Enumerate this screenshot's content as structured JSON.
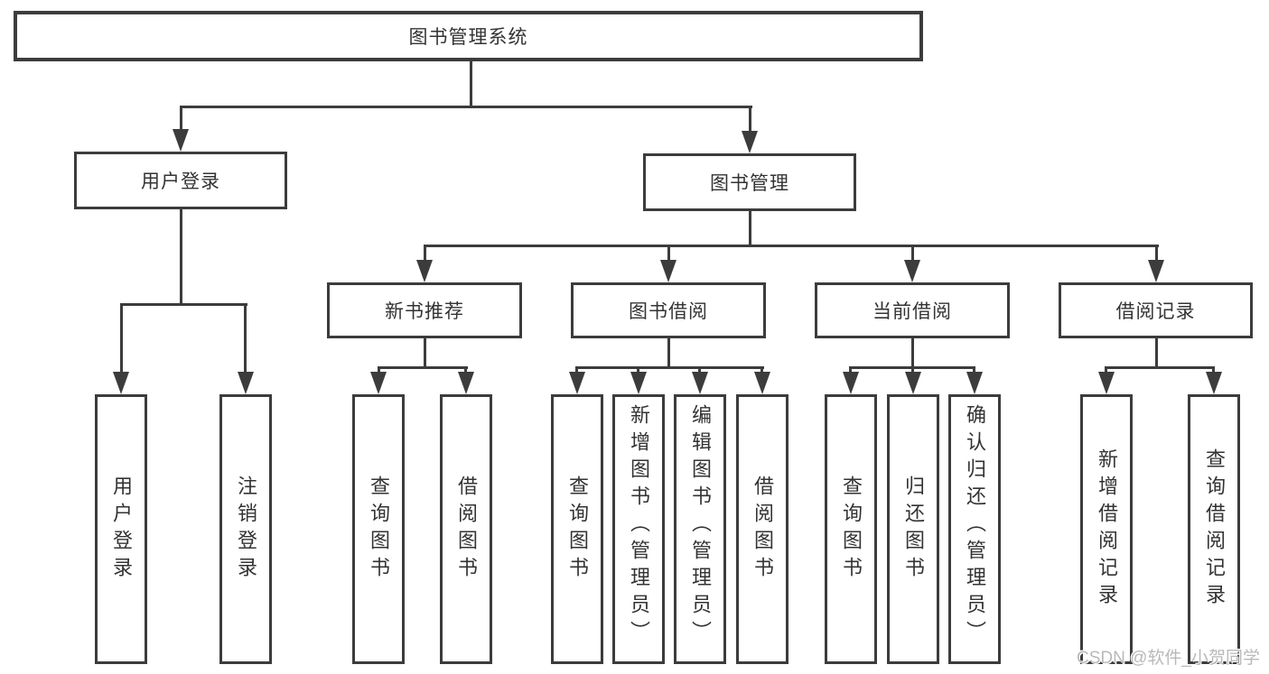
{
  "diagram": {
    "type": "hierarchy-tree",
    "title": "图书管理系统",
    "nodes": {
      "root": {
        "label": "图书管理系统"
      },
      "user_login": {
        "label": "用户登录",
        "parent": "root"
      },
      "book_management": {
        "label": "图书管理",
        "parent": "root"
      },
      "new_book_recommend": {
        "label": "新书推荐",
        "parent": "book_management"
      },
      "book_borrowing": {
        "label": "图书借阅",
        "parent": "book_management"
      },
      "current_borrowing": {
        "label": "当前借阅",
        "parent": "book_management"
      },
      "borrow_records": {
        "label": "借阅记录",
        "parent": "book_management"
      }
    },
    "leaves": [
      {
        "parent": "user_login",
        "label": "用户登录"
      },
      {
        "parent": "user_login",
        "label": "注销登录"
      },
      {
        "parent": "new_book_recommend",
        "label": "查询图书"
      },
      {
        "parent": "new_book_recommend",
        "label": "借阅图书"
      },
      {
        "parent": "book_borrowing",
        "label": "查询图书"
      },
      {
        "parent": "book_borrowing",
        "label": "新增图书（管理员）"
      },
      {
        "parent": "book_borrowing",
        "label": "编辑图书（管理员）"
      },
      {
        "parent": "book_borrowing",
        "label": "借阅图书"
      },
      {
        "parent": "current_borrowing",
        "label": "查询图书"
      },
      {
        "parent": "current_borrowing",
        "label": "归还图书"
      },
      {
        "parent": "current_borrowing",
        "label": "确认归还（管理员）"
      },
      {
        "parent": "borrow_records",
        "label": "新增借阅记录"
      },
      {
        "parent": "borrow_records",
        "label": "查询借阅记录"
      }
    ],
    "watermark": "CSDN @软件_小贺同学",
    "colors": {
      "line": "#3c3c3c",
      "box_bg": "#ffffff",
      "text": "#333333",
      "watermark": "#b9b9b9"
    }
  }
}
